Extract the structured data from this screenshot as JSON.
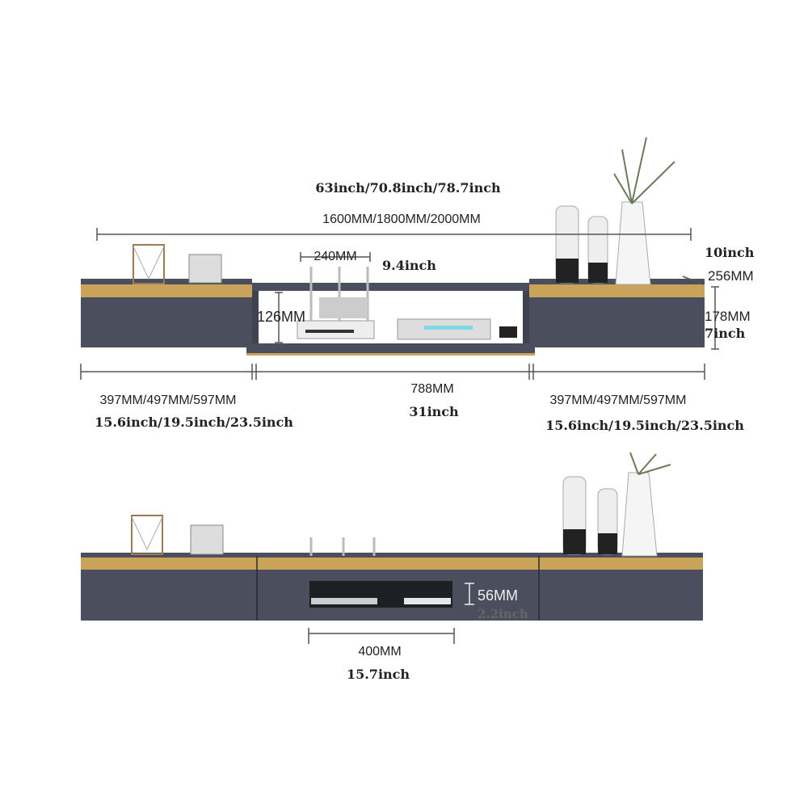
{
  "colors": {
    "cabinet": "#4b4f5d",
    "cabinet_top": "#5a5e6b",
    "gold": "#c9a35a",
    "line": "#555555"
  },
  "top_view": {
    "total_inch": "63inch/70.8inch/78.7inch",
    "total_mm": "1600MM/1800MM/2000MM",
    "depth_inch": "10inch",
    "depth_mm": "256MM",
    "height_mm": "178MM",
    "height_inch": "7inch",
    "router_width_mm": "240MM",
    "router_width_inch": "9.4inch",
    "open_height_mm": "126MM",
    "left_mm": "397MM/497MM/597MM",
    "left_inch": "15.6inch/19.5inch/23.5inch",
    "middle_mm": "788MM",
    "middle_inch": "31inch",
    "right_mm": "397MM/497MM/597MM",
    "right_inch": "15.6inch/19.5inch/23.5inch"
  },
  "bottom_view": {
    "slot_height_mm": "56MM",
    "slot_height_inch": "2.2inch",
    "slot_width_mm": "400MM",
    "slot_width_inch": "15.7inch"
  }
}
